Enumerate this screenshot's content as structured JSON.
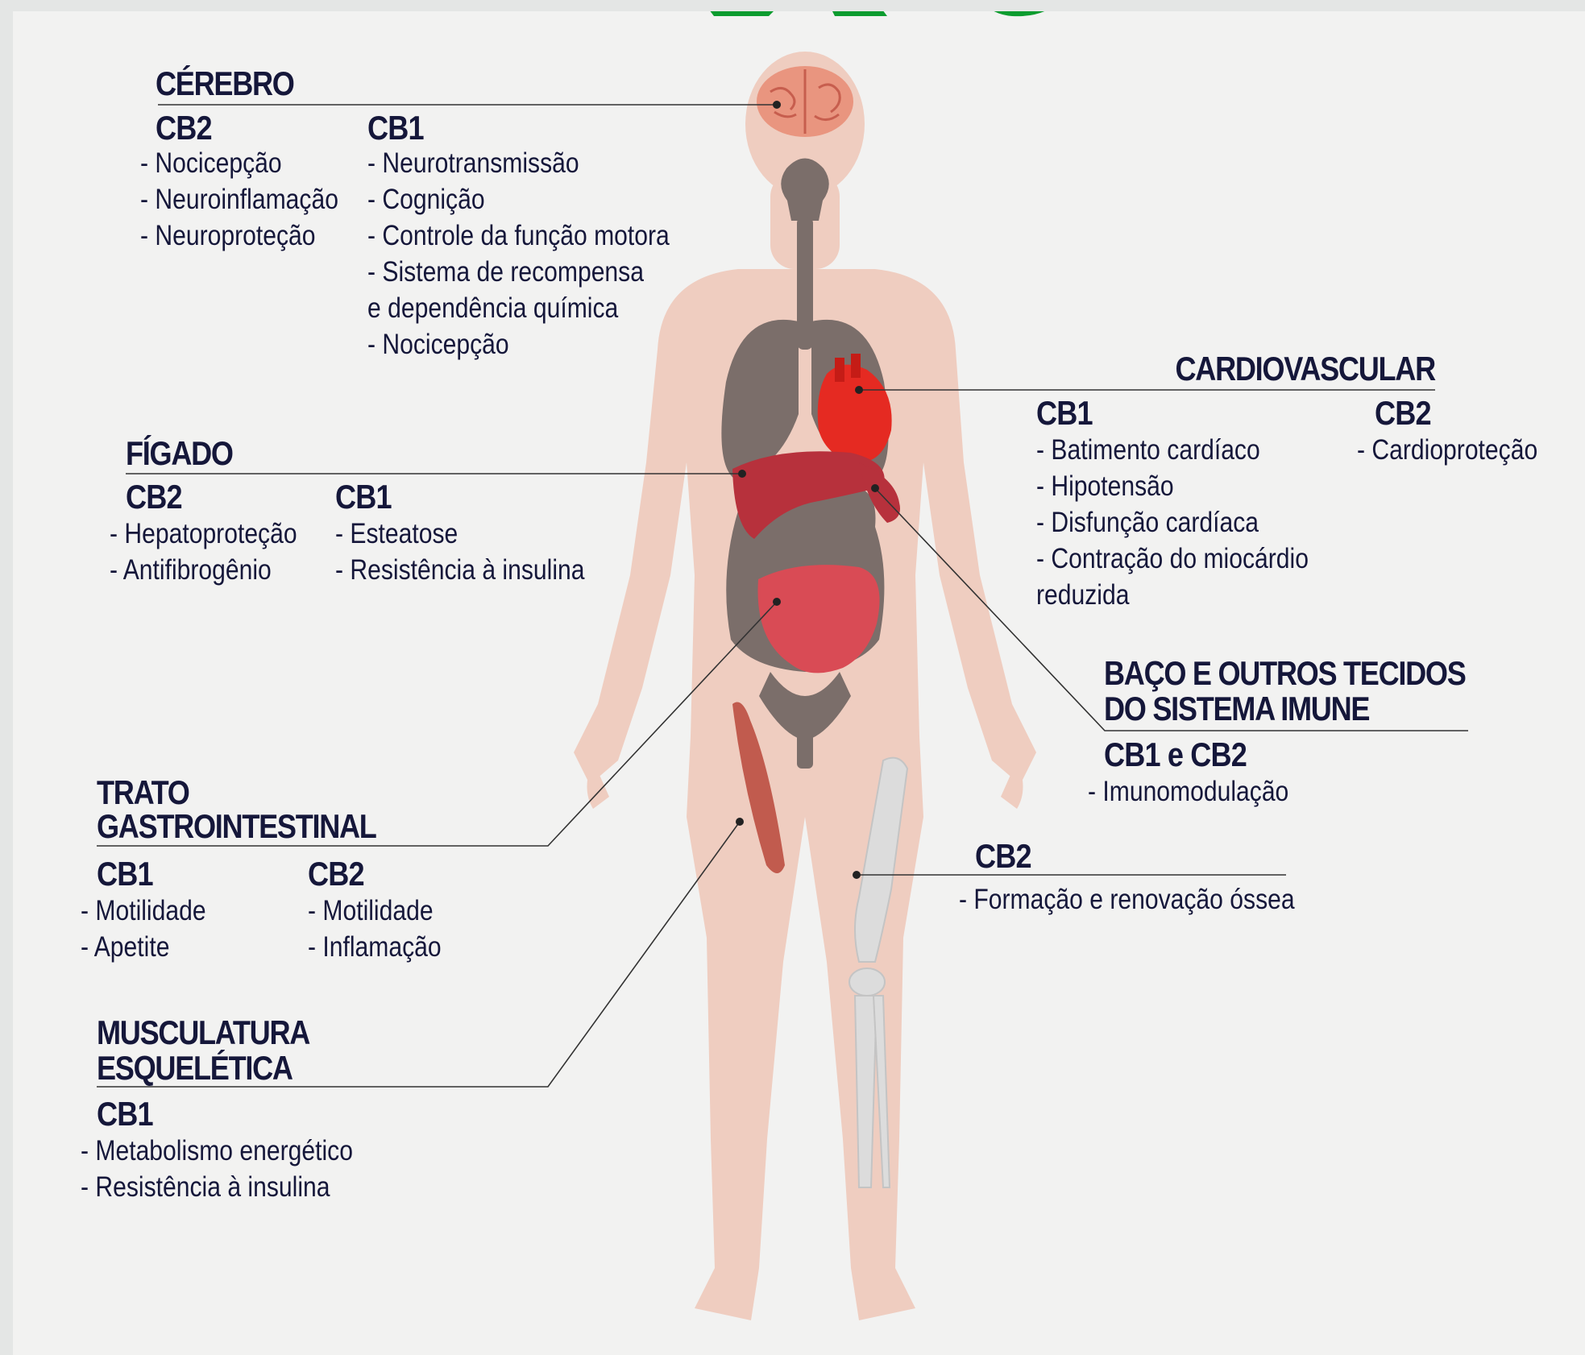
{
  "colors": {
    "text": "#15173a",
    "skin": "#efcdc0",
    "organ_gray": "#7b6e6a",
    "brain": "#e9957f",
    "heart": "#e52a22",
    "liver": "#b7313c",
    "intestine": "#d94b55",
    "muscle": "#b9463a",
    "bone": "#dcdcdc",
    "accent_green": "#0d9c2f"
  },
  "sections": {
    "cerebro": {
      "title": "CÉREBRO",
      "cb2": {
        "label": "CB2",
        "items": [
          "- Nocicepção",
          "- Neuroinflamação",
          "- Neuroproteção"
        ]
      },
      "cb1": {
        "label": "CB1",
        "items": [
          "- Neurotransmissão",
          "- Cognição",
          "- Controle da função motora",
          "- Sistema de recompensa",
          "e dependência química",
          "- Nocicepção"
        ]
      }
    },
    "cardio": {
      "title": "CARDIOVASCULAR",
      "cb1": {
        "label": "CB1",
        "items": [
          "- Batimento cardíaco",
          "- Hipotensão",
          "- Disfunção cardíaca",
          "- Contração do miocárdio",
          "reduzida"
        ]
      },
      "cb2": {
        "label": "CB2",
        "items": [
          "- Cardioproteção"
        ]
      }
    },
    "figado": {
      "title": "FÍGADO",
      "cb2": {
        "label": "CB2",
        "items": [
          "- Hepatoproteção",
          "- Antifibrogênio"
        ]
      },
      "cb1": {
        "label": "CB1",
        "items": [
          "- Esteatose",
          "- Resistência à insulina"
        ]
      }
    },
    "baco": {
      "title_line1": "BAÇO E OUTROS TECIDOS",
      "title_line2": "DO SISTEMA IMUNE",
      "cb": {
        "label": "CB1 e CB2",
        "items": [
          "- Imunomodulação"
        ]
      }
    },
    "trato": {
      "title_line1": "TRATO",
      "title_line2": "GASTROINTESTINAL",
      "cb1": {
        "label": "CB1",
        "items": [
          "- Motilidade",
          "- Apetite"
        ]
      },
      "cb2": {
        "label": "CB2",
        "items": [
          "- Motilidade",
          "- Inflamação"
        ]
      }
    },
    "osso": {
      "cb2": {
        "label": "CB2",
        "items": [
          "- Formação e renovação óssea"
        ]
      }
    },
    "musculo": {
      "title_line1": "MUSCULATURA",
      "title_line2": "ESQUELÉTICA",
      "cb1": {
        "label": "CB1",
        "items": [
          "- Metabolismo energético",
          "- Resistência à insulina"
        ]
      }
    }
  }
}
